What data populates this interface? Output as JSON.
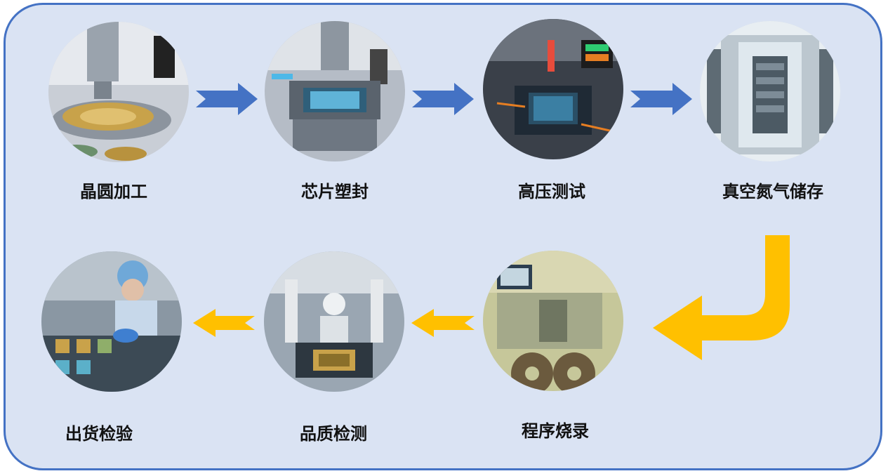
{
  "steps": [
    {
      "id": "wafer",
      "label": "晶圆加工",
      "icon": "wafer-machine-icon"
    },
    {
      "id": "packaging",
      "label": "芯片塑封",
      "icon": "chip-press-icon"
    },
    {
      "id": "hv-test",
      "label": "高压测试",
      "icon": "chip-test-icon"
    },
    {
      "id": "storage",
      "label": "真空氮气储存",
      "icon": "nitrogen-cabinet-icon"
    },
    {
      "id": "programming",
      "label": "程序烧录",
      "icon": "programmer-machine-icon"
    },
    {
      "id": "inspection",
      "label": "品质检测",
      "icon": "robot-inspection-icon"
    },
    {
      "id": "shipping",
      "label": "出货检验",
      "icon": "worker-inspection-icon"
    }
  ],
  "colors": {
    "panel_border": "#4472c4",
    "panel_fill": "#dae3f3",
    "arrow_blue": "#4472c4",
    "arrow_gold": "#ffc000"
  }
}
